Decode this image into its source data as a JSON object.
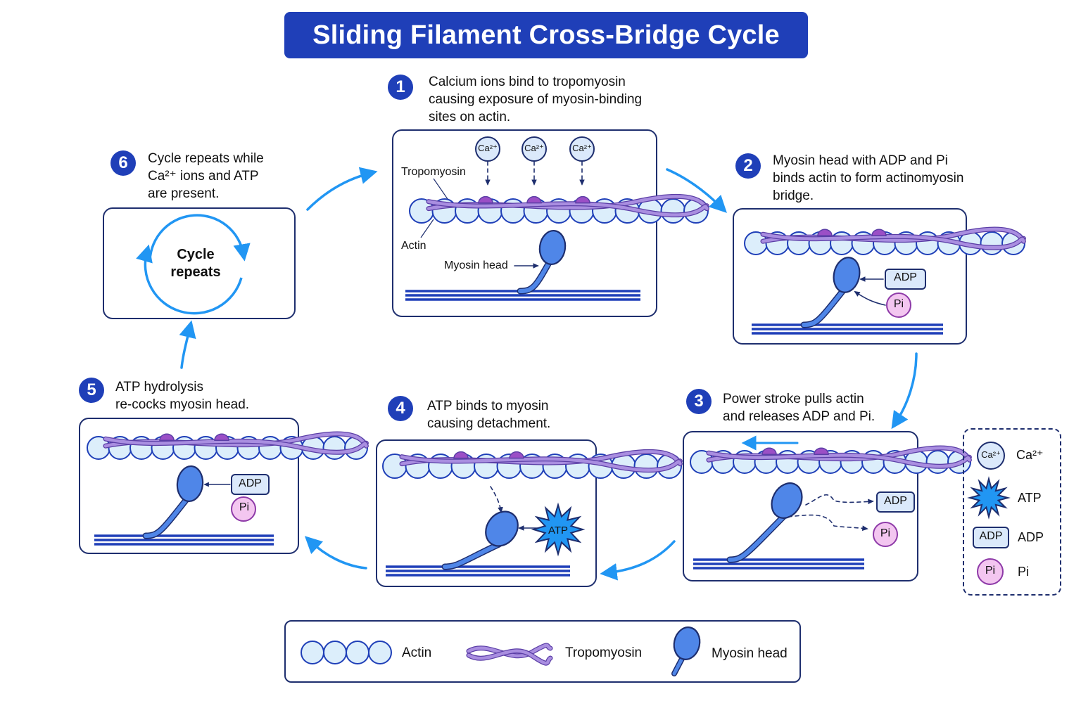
{
  "title": "Sliding Filament Cross-Bridge Cycle",
  "steps": [
    {
      "number": "1",
      "lines": [
        "Calcium ions bind to tropomyosin",
        "causing exposure of myosin-binding",
        "sites on actin."
      ]
    },
    {
      "number": "2",
      "lines": [
        "Myosin head with ADP and Pi",
        "binds actin to form actinomyosin",
        "bridge."
      ]
    },
    {
      "number": "3",
      "lines": [
        "Power stroke pulls actin",
        "and releases ADP and Pi."
      ]
    },
    {
      "number": "4",
      "lines": [
        "ATP binds to myosin",
        "causing detachment."
      ]
    },
    {
      "number": "5",
      "lines": [
        "ATP hydrolysis",
        "re-cocks myosin head."
      ]
    },
    {
      "number": "6",
      "lines": [
        "Cycle repeats while",
        "Ca²⁺ ions and ATP",
        "are present."
      ]
    }
  ],
  "panel1": {
    "ca_label": "Ca²⁺",
    "tropomyosin_label": "Tropomyosin",
    "actin_label": "Actin",
    "myosin_label": "Myosin head"
  },
  "molecules": {
    "adp": "ADP",
    "pi": "Pi",
    "atp": "ATP"
  },
  "cycle_panel": {
    "line1": "Cycle",
    "line2": "repeats"
  },
  "right_legend": [
    {
      "icon": "Ca²⁺",
      "label": "Ca²⁺"
    },
    {
      "icon": "",
      "label": "ATP"
    },
    {
      "icon": "ADP",
      "label": "ADP"
    },
    {
      "icon": "Pi",
      "label": "Pi"
    }
  ],
  "bottom_legend": {
    "actin": "Actin",
    "tropomyosin": "Tropomyosin",
    "myosin": "Myosin head"
  },
  "colors": {
    "primary": "#1f3fb8",
    "arrow": "#2196f3",
    "actin_fill": "#dceefb",
    "tropomyosin": "#a98ee0",
    "myosin": "#4f86e8",
    "pi_fill": "#f3c6f0",
    "adp_fill": "#dbe9fb"
  }
}
